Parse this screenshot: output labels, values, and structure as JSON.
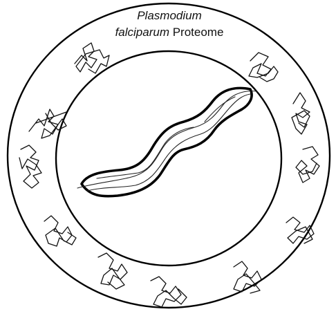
{
  "diagram": {
    "title_part1": "Plasmodium",
    "title_part2_italic": "falciparum",
    "title_part2_plain": " Proteome"
  },
  "colors": {
    "stroke": "#000000",
    "background": "#ffffff"
  }
}
